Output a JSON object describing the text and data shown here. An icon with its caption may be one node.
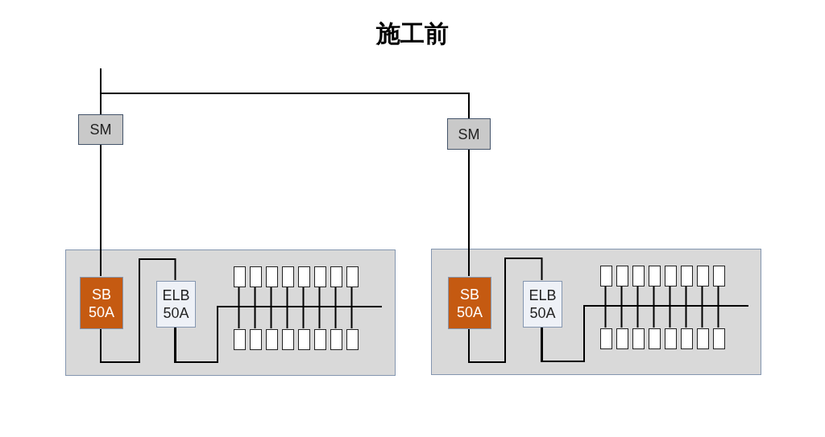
{
  "diagram": {
    "title": "施工前",
    "nodes": [
      {
        "text": [
          "SM"
        ]
      },
      {
        "text": [
          "SM"
        ]
      },
      {
        "text": [],
        "shape": "box"
      },
      {
        "text": [
          "SB 50A"
        ],
        "in": 2
      },
      {
        "text": [
          "ELB 50A"
        ],
        "in": 2
      },
      {
        "text": [],
        "shape": "box",
        "in": 2
      },
      {
        "text": [],
        "shape": "box",
        "in": 2
      },
      {
        "text": [],
        "shape": "box",
        "in": 2
      },
      {
        "text": [],
        "shape": "box",
        "in": 2
      },
      {
        "text": [],
        "shape": "box",
        "in": 2
      },
      {
        "text": [],
        "shape": "box",
        "in": 2
      },
      {
        "text": [],
        "shape": "box",
        "in": 2
      },
      {
        "text": [],
        "shape": "box",
        "in": 2
      },
      {
        "text": [],
        "shape": "box",
        "in": 2
      },
      {
        "text": [],
        "shape": "box",
        "in": 2
      },
      {
        "text": [],
        "shape": "box",
        "in": 2
      },
      {
        "text": [],
        "shape": "box",
        "in": 2
      },
      {
        "text": [],
        "shape": "box",
        "in": 2
      },
      {
        "text": [],
        "shape": "box",
        "in": 2
      },
      {
        "text": [],
        "shape": "box",
        "in": 2
      },
      {
        "text": [],
        "shape": "box",
        "in": 2
      },
      {
        "text": [],
        "shape": "box"
      },
      {
        "text": [
          "SB 50A"
        ],
        "in": 21
      },
      {
        "text": [
          "ELB 50A"
        ],
        "in": 21
      },
      {
        "text": [],
        "shape": "box",
        "in": 21
      },
      {
        "text": [],
        "shape": "box",
        "in": 21
      },
      {
        "text": [],
        "shape": "box",
        "in": 21
      },
      {
        "text": [],
        "shape": "box",
        "in": 21
      },
      {
        "text": [],
        "shape": "box",
        "in": 21
      },
      {
        "text": [],
        "shape": "box",
        "in": 21
      },
      {
        "text": [],
        "shape": "box",
        "in": 21
      },
      {
        "text": [],
        "shape": "box",
        "in": 21
      },
      {
        "text": [],
        "shape": "box",
        "in": 21
      },
      {
        "text": [],
        "shape": "box",
        "in": 21
      },
      {
        "text": [],
        "shape": "box",
        "in": 21
      },
      {
        "text": [],
        "shape": "box",
        "in": 21
      },
      {
        "text": [],
        "shape": "box",
        "in": 21
      },
      {
        "text": [],
        "shape": "box",
        "in": 21
      },
      {
        "text": [],
        "shape": "box",
        "in": 21
      },
      {
        "text": [],
        "shape": "box",
        "in": 21
      }
    ],
    "edges": [
      {
        "from": null,
        "to": 0,
        "arrow": "none"
      },
      {
        "from": null,
        "to": 1,
        "arrow": "none"
      },
      {
        "from": 0,
        "to": 3,
        "arrow": "none"
      },
      {
        "from": 3,
        "to": 4,
        "arrow": "none"
      },
      {
        "from": 4,
        "to": 5,
        "arrow": "none"
      },
      {
        "from": 4,
        "to": 6,
        "arrow": "none"
      },
      {
        "from": 4,
        "to": 7,
        "arrow": "none"
      },
      {
        "from": 4,
        "to": 8,
        "arrow": "none"
      },
      {
        "from": 4,
        "to": 9,
        "arrow": "none"
      },
      {
        "from": 4,
        "to": 10,
        "arrow": "none"
      },
      {
        "from": 4,
        "to": 11,
        "arrow": "none"
      },
      {
        "from": 4,
        "to": 12,
        "arrow": "none"
      },
      {
        "from": 4,
        "to": 13,
        "arrow": "none"
      },
      {
        "from": 4,
        "to": 14,
        "arrow": "none"
      },
      {
        "from": 4,
        "to": 15,
        "arrow": "none"
      },
      {
        "from": 4,
        "to": 16,
        "arrow": "none"
      },
      {
        "from": 4,
        "to": 17,
        "arrow": "none"
      },
      {
        "from": 4,
        "to": 18,
        "arrow": "none"
      },
      {
        "from": 4,
        "to": 19,
        "arrow": "none"
      },
      {
        "from": 4,
        "to": 20,
        "arrow": "none"
      },
      {
        "from": 1,
        "to": 22,
        "arrow": "none"
      },
      {
        "from": 22,
        "to": 23,
        "arrow": "none"
      },
      {
        "from": 23,
        "to": 24,
        "arrow": "none"
      },
      {
        "from": 23,
        "to": 25,
        "arrow": "none"
      },
      {
        "from": 23,
        "to": 26,
        "arrow": "none"
      },
      {
        "from": 23,
        "to": 27,
        "arrow": "none"
      },
      {
        "from": 23,
        "to": 28,
        "arrow": "none"
      },
      {
        "from": 23,
        "to": 29,
        "arrow": "none"
      },
      {
        "from": 23,
        "to": 30,
        "arrow": "none"
      },
      {
        "from": 23,
        "to": 31,
        "arrow": "none"
      },
      {
        "from": 23,
        "to": 32,
        "arrow": "none"
      },
      {
        "from": 23,
        "to": 33,
        "arrow": "none"
      },
      {
        "from": 23,
        "to": 34,
        "arrow": "none"
      },
      {
        "from": 23,
        "to": 35,
        "arrow": "none"
      },
      {
        "from": 23,
        "to": 36,
        "arrow": "none"
      },
      {
        "from": 23,
        "to": 37,
        "arrow": "none"
      },
      {
        "from": 23,
        "to": 38,
        "arrow": "none"
      },
      {
        "from": 23,
        "to": 39,
        "arrow": "none"
      }
    ]
  }
}
